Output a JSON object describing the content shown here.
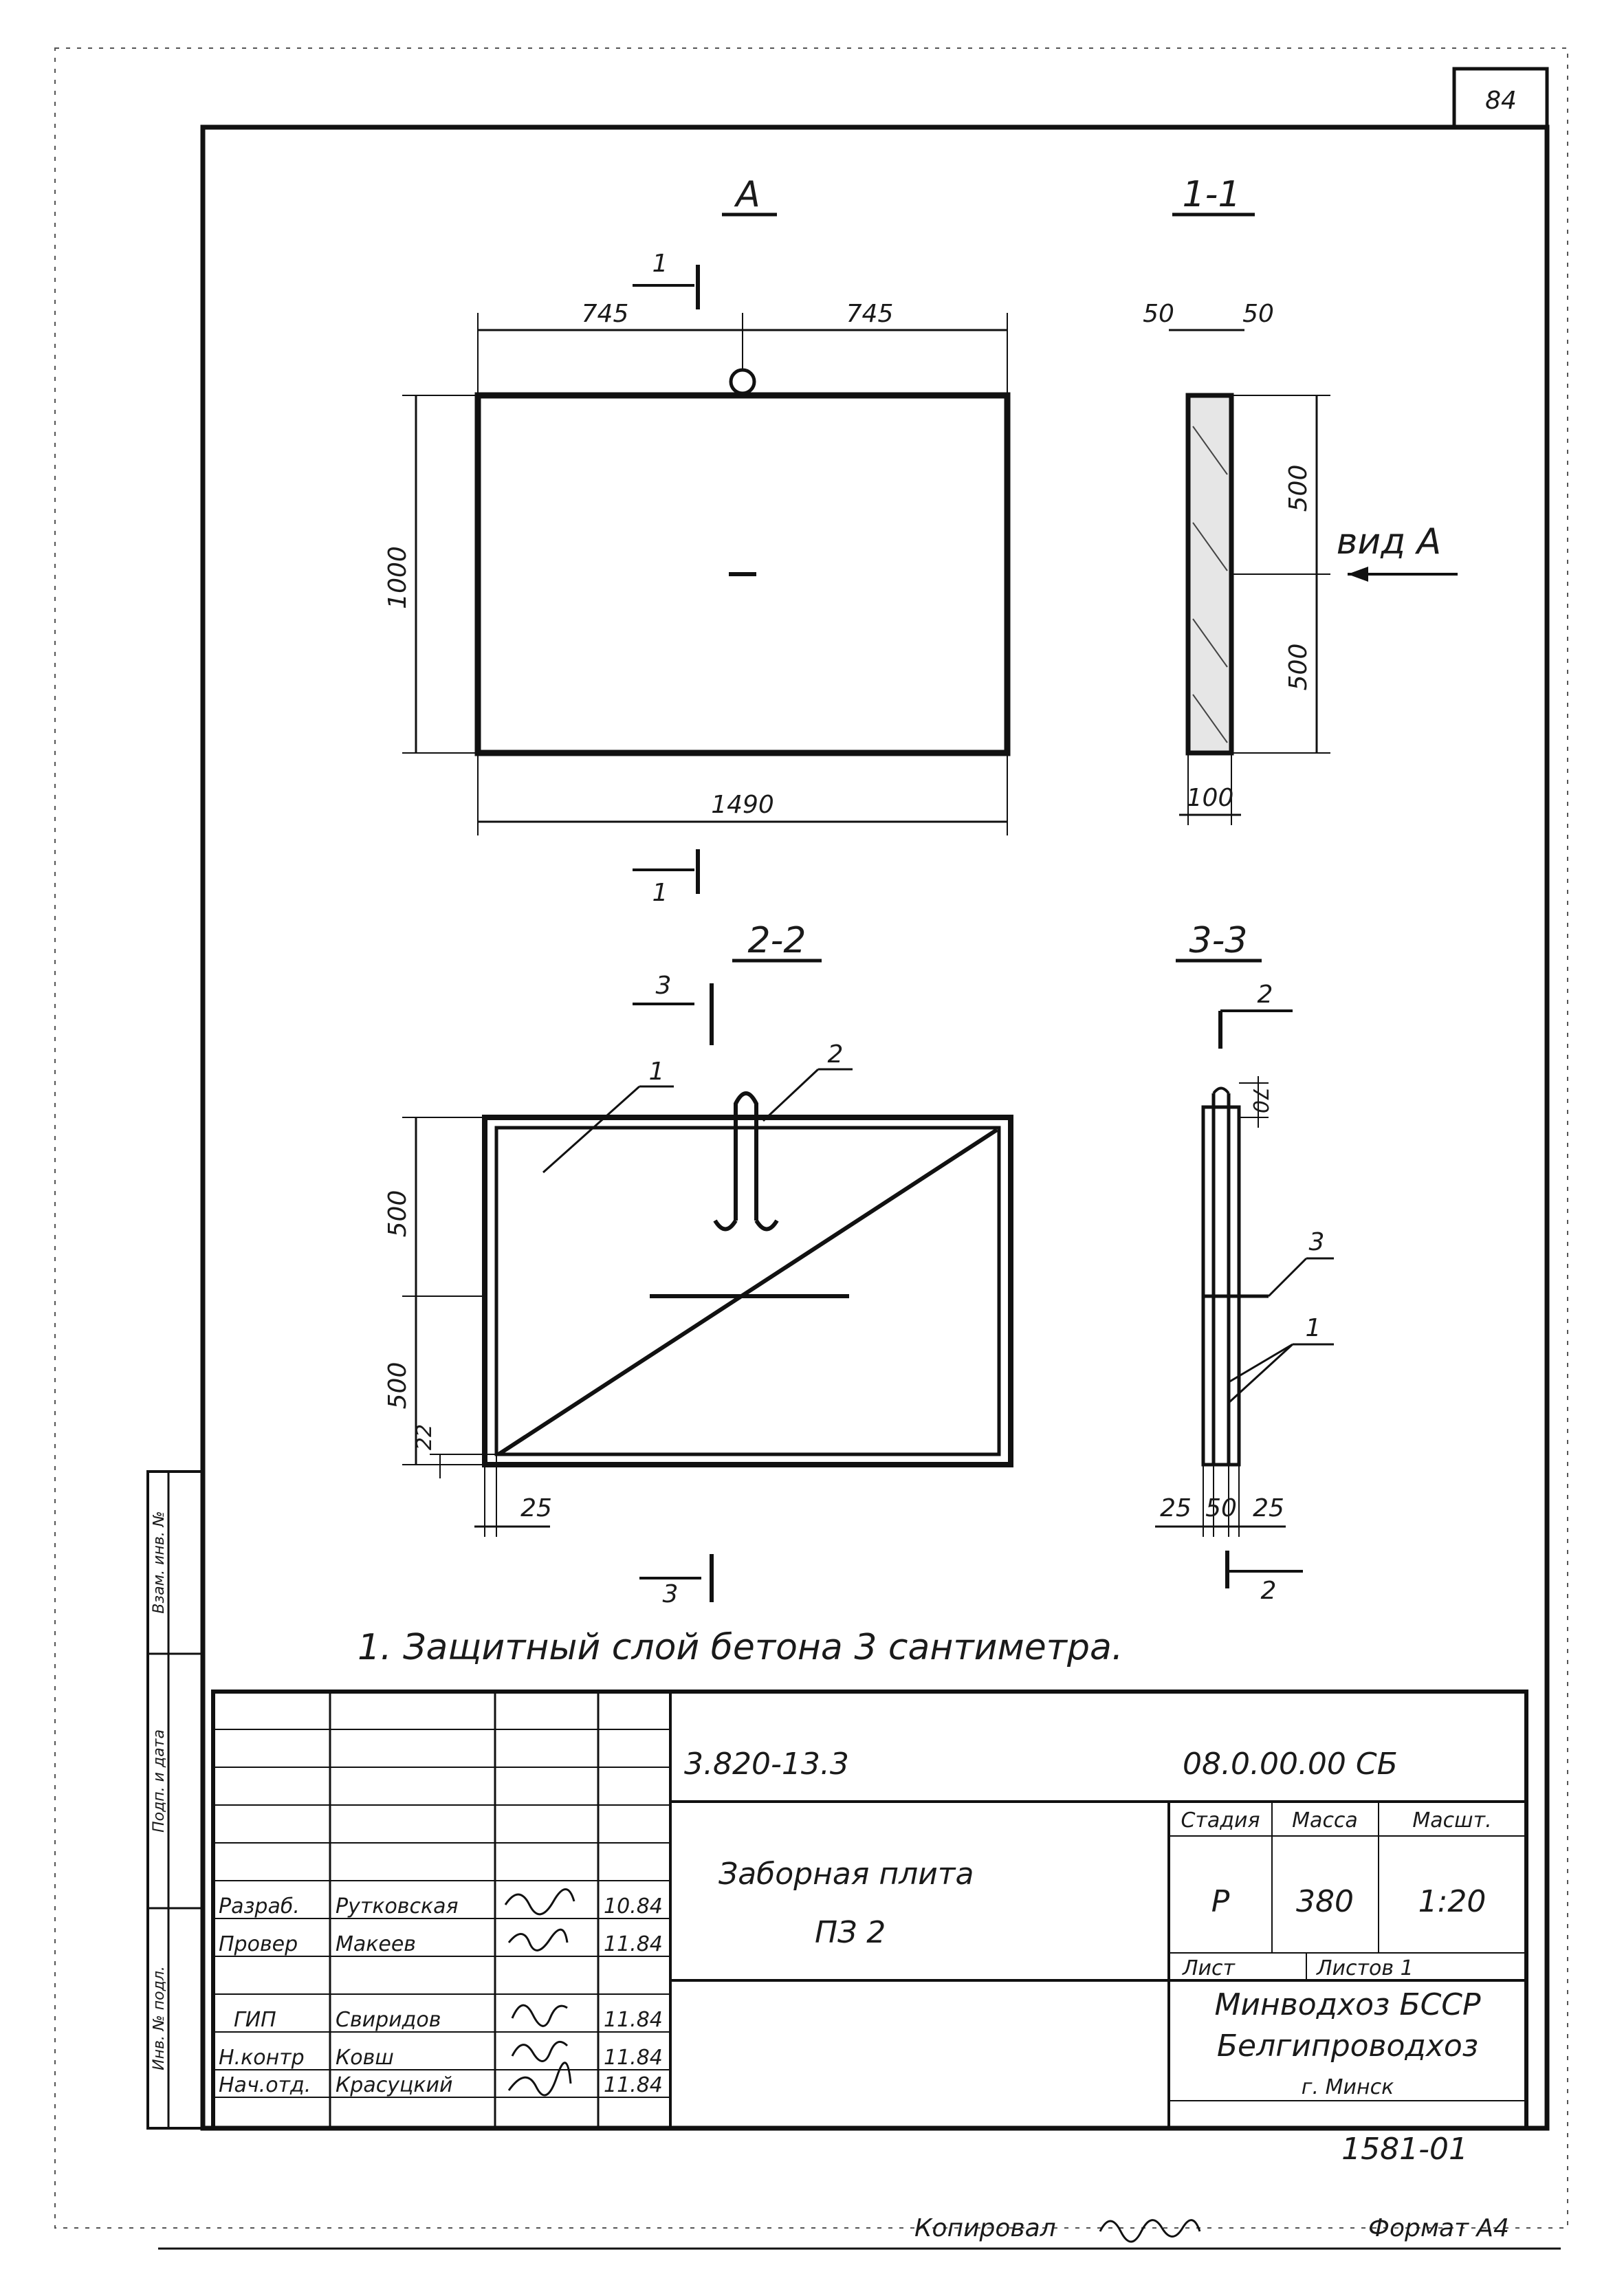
{
  "sheet_number": "84",
  "views": {
    "view_a": {
      "title": "А",
      "width_left": "745",
      "width_right": "745",
      "height": "1000",
      "total_width": "1490"
    },
    "section_1_1": {
      "title": "1-1",
      "top_left": "50",
      "top_right": "50",
      "upper": "500",
      "lower": "500",
      "thickness": "100",
      "view_arrow": "вид А"
    },
    "section_2_2": {
      "title": "2-2",
      "upper": "500",
      "lower": "500",
      "small": "22",
      "edge": "25",
      "callout_1": "1",
      "callout_2": "2"
    },
    "section_3_3": {
      "title": "3-3",
      "top": "70",
      "left": "25",
      "mid": "50",
      "right": "25",
      "callout_3": "3",
      "callout_1": "1"
    },
    "cut_markers": {
      "m1_top": "1",
      "m1_bottom": "1",
      "m3_top": "3",
      "m3_bottom": "3",
      "m2_top": "2",
      "m2_bottom": "2"
    }
  },
  "note": "1. Защитный слой бетона 3 сантиметра.",
  "title_block": {
    "doc_code": "3.820-13.3",
    "drawing_code": "08.0.00.00 СБ",
    "title_line1": "Заборная плита",
    "title_line2": "ПЗ 2",
    "stage_label": "Стадия",
    "mass_label": "Масса",
    "scale_label": "Масшт.",
    "stage": "Р",
    "mass": "380",
    "scale": "1:20",
    "sheet_label": "Лист",
    "sheets_label": "Листов 1",
    "org_line1": "Минводхоз БССР",
    "org_line2": "Белгипроводхоз",
    "org_line3": "г. Минск",
    "signers": [
      {
        "role": "Разраб.",
        "name": "Рутковская",
        "date": "10.84"
      },
      {
        "role": "Провер",
        "name": "Макеев",
        "date": "11.84"
      },
      {
        "role": "ГИП",
        "name": "Свиридов",
        "date": "11.84"
      },
      {
        "role": "Н.контр",
        "name": "Ковш",
        "date": "11.84"
      },
      {
        "role": "Нач.отд.",
        "name": "Красуцкий",
        "date": "11.84"
      }
    ]
  },
  "side_stamps": {
    "s1": "Взам. инв. №",
    "s2": "Подп. и дата",
    "s3": "Инв. № подл."
  },
  "archive_number": "1581-01",
  "copied_label": "Копировал",
  "format_label": "Формат А4"
}
